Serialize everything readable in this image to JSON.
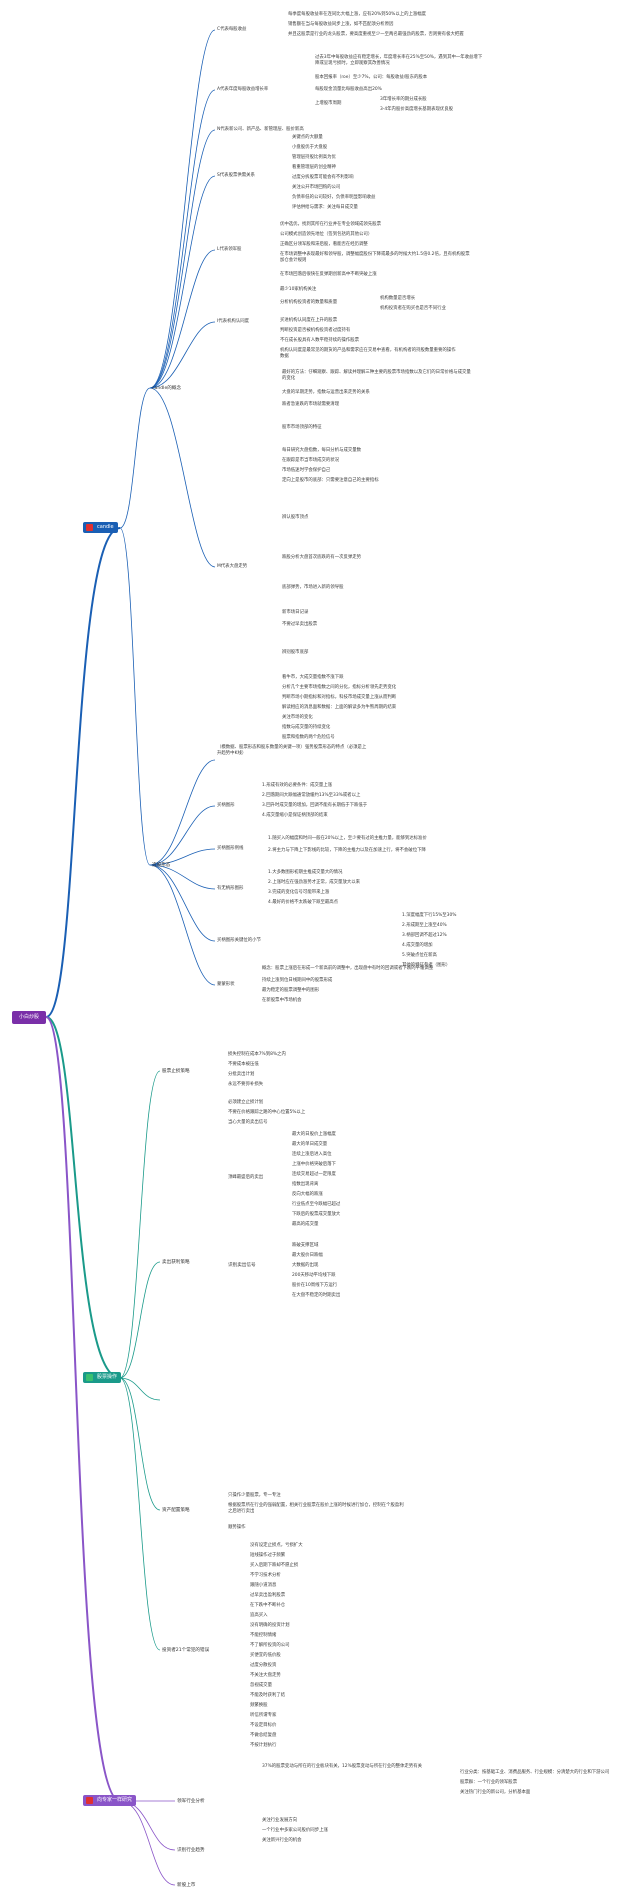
{
  "root": {
    "label": "小白炒股"
  },
  "branch_1": {
    "label": "candle",
    "color": "#1a5fb4",
    "sections": [
      {
        "label": "candle的概念",
        "groups": [
          {
            "label": "C代表每股收益",
            "items": [
              "每季度每股收益率在连同比大幅上涨，应有20%到50%以上的上涨幅度",
              "销售额在当与每股收益同步上涨，如不匹配须分析原因",
              "并且这股票是行业的龙头股票，要高度重视至少一至两名最强劲的股票，否则要有极大把握"
            ]
          },
          {
            "label": "A代表年度每股收益增长率",
            "items": [
              "过去3年中每股收益应有稳定增长，年度增长率在25%至50%，遇到其中一年收益增下降或呈现亏损时，立即观察其改善情况",
              "股本回报率（roe）至少7%，公司：每股收益/股东的股本",
              "每股现金流量比每股收益高出20%",
              "上增股市周期"
            ],
            "sub": [
              "3年增长率的期分成长股",
              "3-4年内股价高度增长基期表现优良股"
            ]
          },
          {
            "label": "N代表新公司、新产品、新管理层、股价新高",
            "items": []
          },
          {
            "label": "S代表股票供需关系",
            "items": [
              "关键点的大额量",
              "小盘股优于大盘股",
              "管理层持股比例高为优",
              "看重管理层的创业精神",
              "过度分拆股票可能会有不利影响",
              "关注公开市场回购的公司",
              "负债率低的公司较好，负债率明显影响收益",
              "评估供给与需求：关注每日成交量"
            ]
          },
          {
            "label": "L代表领军股",
            "items": [
              "优中选优，找到其所在行业并在专业领域成领先股票",
              "公司模式创造领先地位（签到包括的其他公司）",
              "正确区分领军股和滞后股，看能否在经历调整",
              "在市场调整中表现最好和领导股，调整幅度股份下降或最多的时候大约1.5倍0.2倍，且有机构股票加仓会计规则",
              "在市场回落后很快在反弹期创新高中不断突破上涨"
            ]
          },
          {
            "label": "I代表机构认同度",
            "items": [
              "最少10家机构关注",
              "分析机构投资者的数量和质量",
              "买进机构认同度在上升的股票",
              "判断投资是否被机构投资者过度持有",
              "不在成长股具有人数平稳持续的操作股票",
              "机构认同度是最常见的期货的产品和需求应在交易中查看，有机构者的持股数量重要的操作数据"
            ],
            "sub": [
              "机构数量是否增长",
              "机构投资者在购买也是否不同行业"
            ]
          },
          {
            "label": "M代表大盘走势",
            "items": [
              "最好的方法：仔细观察、跟踪、解读并理解三种主要的股票市场指数以及它们的日常价格与成交量的变化",
              "大盘的早期走势，指数与运营出来走势的关系",
              "跌者急速跌的市场就需要清理",
              "股市市场顶部的特征",
              "每日研究大盘指数，每日分析与成交量数",
              "在跟踪是市当市场成交的状况",
              "市场低迷时学会保护自己",
              "定向上是股市的底部：只需要注意自己的主要指标",
              "辨认股市顶点",
              "跌股分析大盘首次底跌的有一次反弹走势",
              "底部弹势，市场进入新的领导股",
              "新市场日记录",
              "不要过早卖出股票",
              "辨别股市底部",
              "看牛市，大成交量指数不涨下跌",
              "分析几个主要市场指数之间的分化，指标分析领先走势变化",
              "判断市场小期指标和对指标，科技市场成交量上涨从而判断",
              "解读相应的消息面和数据：上面的解读多为牛熊周期的结束",
              "关注市场的变化",
              "指数与成交量的持续变化",
              "股票和指数的两个危险信号"
            ]
          }
        ]
      },
      {
        "label": "选股形态",
        "groups": [
          {
            "label": "（模数据、股票形态和股东数量的关键一项）强势股票形态的特点（必须是上升趋势中K线）",
            "items": []
          },
          {
            "label": "买柄图形",
            "items": [
              "1.形成有效的必要条件：成交量上涨",
              "2.回落期间大跌幅通常放缓约13%至33%或者以上",
              "3.回升时成交量的增加，回调不能有长期低于下跌低于",
              "4.成交量缩小是保证柄顶部的结束"
            ]
          },
          {
            "label": "买柄图形例线",
            "items": [
              "1.随买入的幅度和时间一般在20%以上，至少要有过的主推力量，能够到达标准价",
              "2.将主力与下降上下影线的比较，下降的主推力以及在加速上行，将不会破位下降"
            ]
          },
          {
            "label": "有无柄形图形",
            "items": [
              "1.大多数图形初期主推成交量大的情况",
              "2.上涨时应在强劲涨势才正常，成交量放大以来",
              "3.完成的变化信号可能带来上涨",
              "4.最好的价格不太跌破下跌至最高点"
            ]
          },
          {
            "label": "买柄图形关键位的小节",
            "items": [
              "1.深度幅度下行15%至30%",
              "2.形成期至上涨至40%",
              "3.柄部回调不超过12%",
              "4.成交量的增加",
              "5.突破点位在新高",
              "其他的特征参考（图形）"
            ]
          },
          {
            "label": "蒙蒙形状",
            "items": [
              "概念：股票上涨后在形成一个新高前的调整中，出现盘中有时的回调或者下跌的平缓调整",
              "持续上涨到位日线期间中的股票形成",
              "最为稳定的股票调整中的图形",
              "在新股票中市场机会"
            ]
          }
        ]
      }
    ]
  },
  "branch_2": {
    "label": "股票操作",
    "color": "#1a9a8a",
    "sections": [
      {
        "label": "股票止损策略",
        "items": [
          "损失控制在成本7%到8%之内",
          "不要成本被压低",
          "分批卖出计划",
          "永远不要弥补损失"
        ]
      },
      {
        "label": "卖出获利策略",
        "items": [
          "必须建立止损计划",
          "不要在价格跟踪之路的中心位置5%以上",
          "当心大量的卖出信号",
          "顶峰最盛后的卖出",
          "最大的日股价上涨幅度",
          "最大的单日成交量",
          "连续上涨后进入高位",
          "上涨中价格突破后落下",
          "连续交易超过一定限度",
          "指数出现背离",
          "反向大幅的跌涨",
          "行业低点至今跌幅已超过",
          "下跌后的股票成交量放大",
          "最高的成交量"
        ]
      },
      {
        "label": "识别卖出信号",
        "items": [
          "跌破支撑区域",
          "最大股价日跌幅",
          "大数据的出现",
          "200天移动平均线下跌",
          "股价在10周线下方运行",
          "在大盘不稳定的时期卖出"
        ]
      },
      {
        "label": "资产配置策略",
        "items": [
          "只操作少量股票，专一专注",
          "根据股票所在行业的强弱配置，相关行业股票在股价上涨的时候进行加仓，控制在个股盈利之后进行卖出",
          "顺势操作"
        ]
      },
      {
        "label": "投资者21个常犯的错误",
        "items": [
          "没有设定止损点，亏损扩大",
          "短线操作过于频繁",
          "买入后期下跌却不愿止损",
          "不学习技术分析",
          "跟随小道消息",
          "过早卖出盈利股票",
          "在下跌中不断补仓",
          "追高买入",
          "没有明确的投资计划",
          "不能控制情绪",
          "不了解所投资的公司",
          "买便宜的低价股",
          "过度分散投资",
          "不关注大盘走势",
          "忽视成交量",
          "不能及时获利了结",
          "频繁换股",
          "听信所谓专家",
          "不设定目标价",
          "不做总结复盘",
          "不按计划执行"
        ]
      }
    ]
  },
  "branch_3": {
    "label": "向专家一样研究",
    "color": "#d23a3a",
    "sections": [
      {
        "label": "领军行业分析",
        "items": [
          "37%的股票变动与所在的行业板块有关，12%股票变动与所在行业的整体走势有关",
          "行业分类：按基础工业、消费品服务、行业规模：分清楚大的行业和下游公司",
          "股票群：一个行业的领军股票",
          "关注热门行业的新公司，分析基本面"
        ]
      },
      {
        "label": "识别行业趋势",
        "items": [
          "关注行业发展方向",
          "一个行业中多家公司股价同步上涨",
          "关注新兴行业的机会"
        ]
      },
      {
        "label": "新股上市",
        "items": []
      }
    ]
  }
}
